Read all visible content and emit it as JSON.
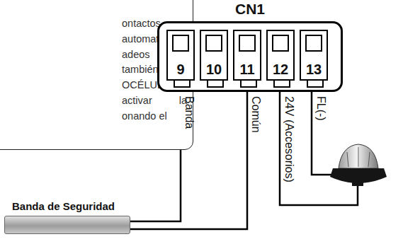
{
  "diagram": {
    "nodes": [
      {
        "text": [
          "ontactos automatica adeos por le también OCÉLULA e activar la onando el"
        ]
      },
      {
        "text": [
          "CN1"
        ]
      },
      {
        "text": [
          "9"
        ],
        "in": 1
      },
      {
        "text": [
          "10"
        ],
        "in": 1
      },
      {
        "text": [
          "11"
        ],
        "in": 1
      },
      {
        "text": [
          "12"
        ],
        "in": 1
      },
      {
        "text": [
          "13"
        ],
        "in": 1
      },
      {
        "text": [
          "Banda de Seguridad"
        ]
      }
    ],
    "edges": [
      {
        "from": 2,
        "to": 7,
        "arrow": "none"
      },
      {
        "from": 4,
        "to": 7,
        "arrow": "none"
      }
    ],
    "labels": [
      "Banda",
      "Común",
      "24V (Accesorios)",
      "FL(-)"
    ]
  }
}
